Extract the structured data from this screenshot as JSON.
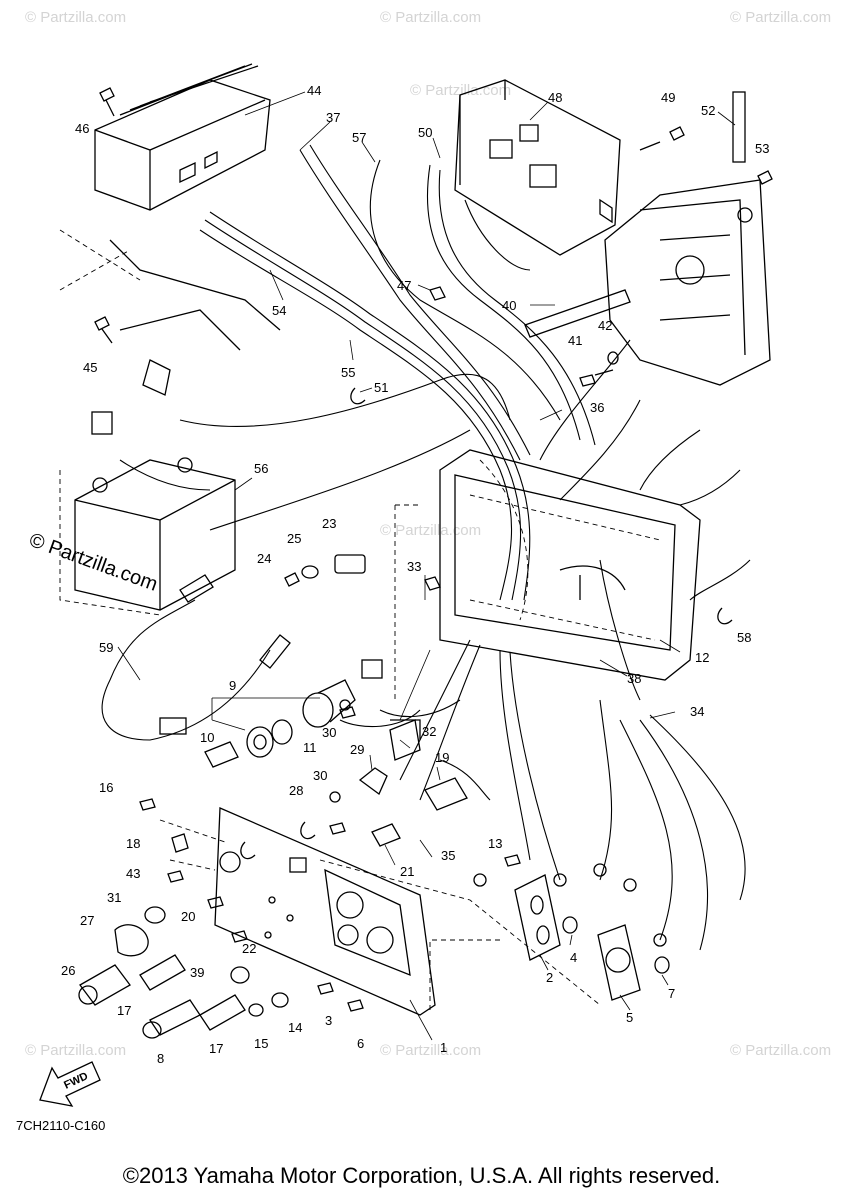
{
  "watermark": "© Partzilla.com",
  "diagram_code": "7CH2110-C160",
  "direction_label": "FWD",
  "copyright": "©2013 Yamaha Motor Corporation, U.S.A. All rights reserved.",
  "callouts": [
    "1",
    "2",
    "3",
    "4",
    "5",
    "6",
    "7",
    "8",
    "9",
    "10",
    "11",
    "12",
    "13",
    "14",
    "15",
    "16",
    "17",
    "17",
    "18",
    "19",
    "20",
    "21",
    "22",
    "23",
    "24",
    "25",
    "26",
    "27",
    "28",
    "29",
    "30",
    "30",
    "31",
    "32",
    "33",
    "34",
    "35",
    "36",
    "37",
    "38",
    "39",
    "40",
    "41",
    "42",
    "43",
    "44",
    "45",
    "46",
    "47",
    "48",
    "49",
    "50",
    "51",
    "52",
    "53",
    "54",
    "55",
    "56",
    "57",
    "58",
    "59"
  ]
}
